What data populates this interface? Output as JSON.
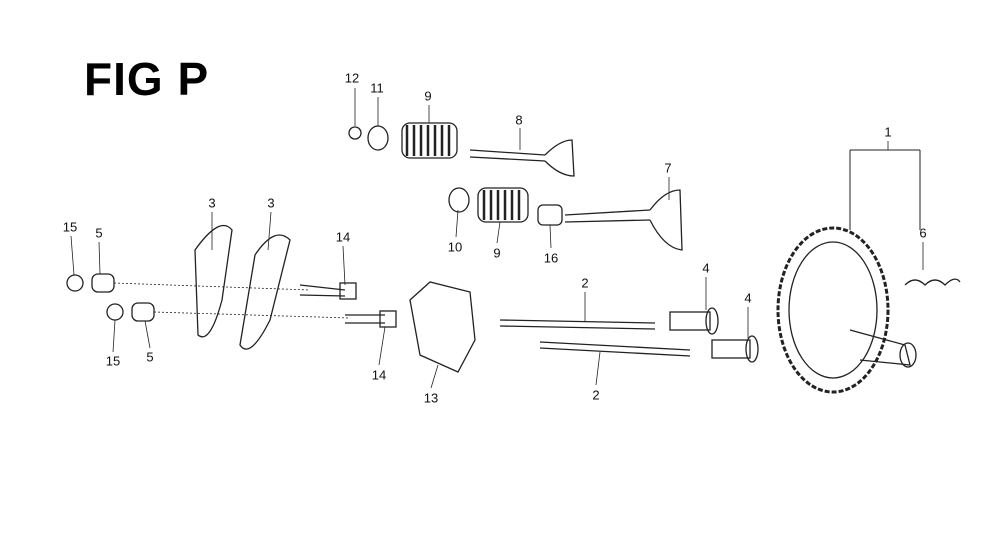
{
  "figure_title": "FIG P",
  "callouts": [
    {
      "id": "c12",
      "text": "12"
    },
    {
      "id": "c11",
      "text": "11"
    },
    {
      "id": "c9a",
      "text": "9"
    },
    {
      "id": "c8",
      "text": "8"
    },
    {
      "id": "c7",
      "text": "7"
    },
    {
      "id": "c1",
      "text": "1"
    },
    {
      "id": "c6",
      "text": "6"
    },
    {
      "id": "c10",
      "text": "10"
    },
    {
      "id": "c9b",
      "text": "9"
    },
    {
      "id": "c16",
      "text": "16"
    },
    {
      "id": "c3a",
      "text": "3"
    },
    {
      "id": "c3b",
      "text": "3"
    },
    {
      "id": "c15a",
      "text": "15"
    },
    {
      "id": "c5a",
      "text": "5"
    },
    {
      "id": "c14a",
      "text": "14"
    },
    {
      "id": "c15b",
      "text": "15"
    },
    {
      "id": "c5b",
      "text": "5"
    },
    {
      "id": "c14b",
      "text": "14"
    },
    {
      "id": "c13",
      "text": "13"
    },
    {
      "id": "c2a",
      "text": "2"
    },
    {
      "id": "c2b",
      "text": "2"
    },
    {
      "id": "c4a",
      "text": "4"
    },
    {
      "id": "c4b",
      "text": "4"
    }
  ]
}
